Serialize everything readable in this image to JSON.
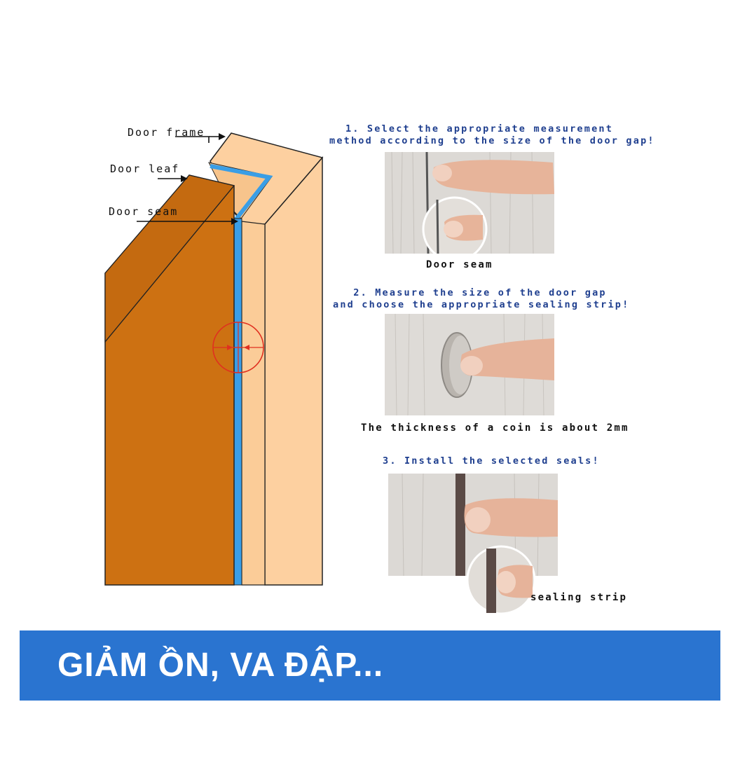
{
  "diagram": {
    "labels": {
      "door_frame": "Door frame",
      "door_leaf": "Door leaf",
      "door_seam": "Door seam"
    },
    "colors": {
      "door_leaf": "#cd7112",
      "door_frame": "#fdd0a0",
      "seam": "#3a9ee6",
      "marker": "#e03020"
    }
  },
  "steps": [
    {
      "title_line1": "1. Select the appropriate measurement",
      "title_line2": "method according to the size of the door gap!",
      "caption": "Door seam"
    },
    {
      "title_line1": "2. Measure the size of the door gap",
      "title_line2": "and choose the appropriate sealing strip!",
      "caption": "The thickness of a coin is about 2mm"
    },
    {
      "title_line1": "3. Install the selected seals!",
      "caption": "sealing strip"
    }
  ],
  "banner": {
    "text": "GIẢM ỒN, VA ĐẬP...",
    "color": "#2a74d0"
  }
}
